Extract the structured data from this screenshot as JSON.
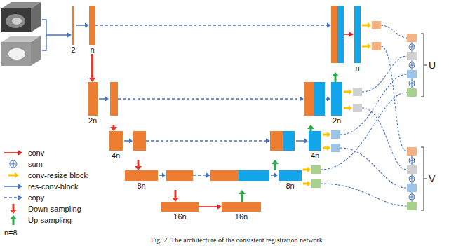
{
  "diagram": {
    "caption": "Fig. 2. The architecture of the consistent registration network",
    "nodes": [
      {
        "text": [
          "2"
        ]
      },
      {
        "text": [
          "n"
        ]
      },
      {
        "text": [
          "n"
        ]
      },
      {
        "text": [
          "2n"
        ]
      },
      {
        "text": [
          "2n"
        ]
      },
      {
        "text": [
          "4n"
        ]
      },
      {
        "text": [
          "4n"
        ]
      },
      {
        "text": [
          "8n"
        ]
      },
      {
        "text": [
          "8n"
        ]
      },
      {
        "text": [
          "16n"
        ]
      },
      {
        "text": [
          "16n"
        ]
      }
    ],
    "edges": [
      {
        "from": 0,
        "to": 1,
        "arrow": "to"
      },
      {
        "from": 1,
        "to": 3,
        "arrow": "to"
      },
      {
        "from": 3,
        "to": 5,
        "arrow": "to"
      },
      {
        "from": 5,
        "to": 7,
        "arrow": "to"
      },
      {
        "from": 7,
        "to": 9,
        "arrow": "to"
      },
      {
        "from": 9,
        "to": 10,
        "arrow": "to"
      },
      {
        "from": 10,
        "to": 8,
        "arrow": "to"
      },
      {
        "from": 8,
        "to": 6,
        "arrow": "to"
      },
      {
        "from": 6,
        "to": 4,
        "arrow": "to"
      },
      {
        "from": 4,
        "to": 2,
        "arrow": "to"
      },
      {
        "from": 1,
        "to": 2,
        "arrow": "to"
      },
      {
        "from": 3,
        "to": 4,
        "arrow": "to"
      },
      {
        "from": 5,
        "to": 6,
        "arrow": "to"
      },
      {
        "from": 7,
        "to": 8,
        "arrow": "to"
      }
    ],
    "labels": [
      "U",
      "V",
      "n=8"
    ],
    "legend": [
      {
        "text": "conv"
      },
      {
        "text": "sum"
      },
      {
        "text": "conv-resize block"
      },
      {
        "text": "res-conv-block"
      },
      {
        "text": "copy"
      },
      {
        "text": "Down-sampling"
      },
      {
        "text": "Up-sampling"
      }
    ]
  }
}
